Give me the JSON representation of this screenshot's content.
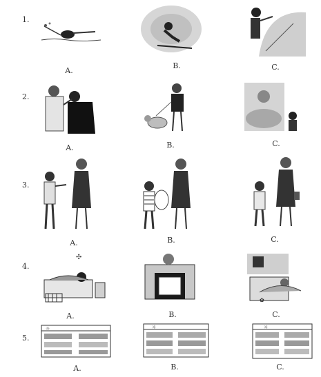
{
  "questions": [
    {
      "number": "1.",
      "options": [
        "A.",
        "B.",
        "C."
      ]
    },
    {
      "number": "2.",
      "options": [
        "A.",
        "B.",
        "C."
      ]
    },
    {
      "number": "3.",
      "options": [
        "A.",
        "B.",
        "C."
      ]
    },
    {
      "number": "4.",
      "options": [
        "A.",
        "B.",
        "C."
      ]
    },
    {
      "number": "5.",
      "options": [
        "A.",
        "B.",
        "C."
      ]
    }
  ],
  "ink_color": "#2a2a2a",
  "paper_color": "#ffffff"
}
